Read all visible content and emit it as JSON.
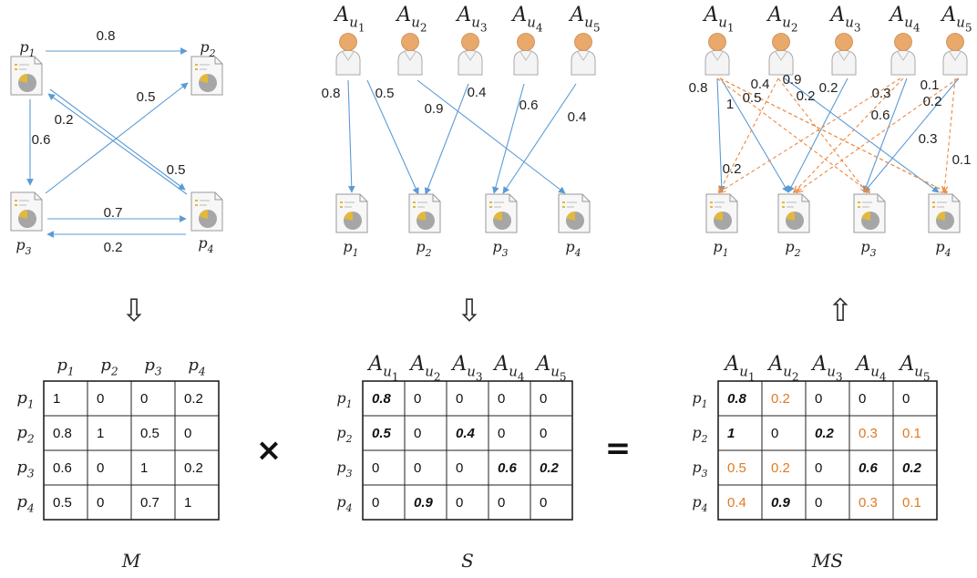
{
  "colors": {
    "blue_arrow": "#5b9bd5",
    "orange_arrow": "#f0883e",
    "orange_value": "#e07b22",
    "doc_pie": "#a6a6a6",
    "doc_slice": "#e2b93b",
    "person_head": "#e8a96b"
  },
  "graph_m": {
    "nodes": [
      {
        "id": "p1",
        "label": "p",
        "sub": "1"
      },
      {
        "id": "p2",
        "label": "p",
        "sub": "2"
      },
      {
        "id": "p3",
        "label": "p",
        "sub": "3"
      },
      {
        "id": "p4",
        "label": "p",
        "sub": "4"
      }
    ],
    "edges": [
      {
        "from": "p1",
        "to": "p2",
        "weight": "0.8"
      },
      {
        "from": "p3",
        "to": "p2",
        "weight": "0.5"
      },
      {
        "from": "p4",
        "to": "p1",
        "weight": "0.2"
      },
      {
        "from": "p1",
        "to": "p3",
        "weight": "0.6"
      },
      {
        "from": "p1",
        "to": "p4",
        "weight": "0.5"
      },
      {
        "from": "p3",
        "to": "p4",
        "weight": "0.7"
      },
      {
        "from": "p4",
        "to": "p3",
        "weight": "0.2"
      }
    ]
  },
  "graph_s": {
    "users": [
      {
        "label": "A",
        "sub": "u",
        "subsub": "1"
      },
      {
        "label": "A",
        "sub": "u",
        "subsub": "2"
      },
      {
        "label": "A",
        "sub": "u",
        "subsub": "3"
      },
      {
        "label": "A",
        "sub": "u",
        "subsub": "4"
      },
      {
        "label": "A",
        "sub": "u",
        "subsub": "5"
      }
    ],
    "papers": [
      {
        "label": "p",
        "sub": "1"
      },
      {
        "label": "p",
        "sub": "2"
      },
      {
        "label": "p",
        "sub": "3"
      },
      {
        "label": "p",
        "sub": "4"
      }
    ],
    "edges": [
      {
        "user": 0,
        "paper": 0,
        "weight": "0.8"
      },
      {
        "user": 0,
        "paper": 1,
        "weight": "0.5"
      },
      {
        "user": 2,
        "paper": 1,
        "weight": "0.4"
      },
      {
        "user": 1,
        "paper": 3,
        "weight": "0.9"
      },
      {
        "user": 3,
        "paper": 2,
        "weight": "0.6"
      },
      {
        "user": 4,
        "paper": 2,
        "weight": "0.4"
      }
    ]
  },
  "graph_ms": {
    "edge_labels": [
      "0.8",
      "0.4",
      "0.5",
      "1",
      "0.9",
      "0.2",
      "0.2",
      "0.3",
      "0.6",
      "0.1",
      "0.2",
      "0.3",
      "0.1",
      "0.2"
    ]
  },
  "arrows": {
    "down": "⇩",
    "up": "⇧"
  },
  "matrix_m": {
    "name": "M",
    "col_headers": [
      [
        "p",
        "1"
      ],
      [
        "p",
        "2"
      ],
      [
        "p",
        "3"
      ],
      [
        "p",
        "4"
      ]
    ],
    "row_headers": [
      [
        "p",
        "1"
      ],
      [
        "p",
        "2"
      ],
      [
        "p",
        "3"
      ],
      [
        "p",
        "4"
      ]
    ],
    "rows": [
      [
        {
          "v": "1",
          "s": "n"
        },
        {
          "v": "0",
          "s": "n"
        },
        {
          "v": "0",
          "s": "n"
        },
        {
          "v": "0.2",
          "s": "n"
        }
      ],
      [
        {
          "v": "0.8",
          "s": "n"
        },
        {
          "v": "1",
          "s": "n"
        },
        {
          "v": "0.5",
          "s": "n"
        },
        {
          "v": "0",
          "s": "n"
        }
      ],
      [
        {
          "v": "0.6",
          "s": "n"
        },
        {
          "v": "0",
          "s": "n"
        },
        {
          "v": "1",
          "s": "n"
        },
        {
          "v": "0.2",
          "s": "n"
        }
      ],
      [
        {
          "v": "0.5",
          "s": "n"
        },
        {
          "v": "0",
          "s": "n"
        },
        {
          "v": "0.7",
          "s": "n"
        },
        {
          "v": "1",
          "s": "n"
        }
      ]
    ]
  },
  "operator_times": "×",
  "matrix_s": {
    "name": "S",
    "col_headers": [
      [
        "A",
        "u1"
      ],
      [
        "A",
        "u2"
      ],
      [
        "A",
        "u3"
      ],
      [
        "A",
        "u4"
      ],
      [
        "A",
        "u5"
      ]
    ],
    "row_headers": [
      [
        "p",
        "1"
      ],
      [
        "p",
        "2"
      ],
      [
        "p",
        "3"
      ],
      [
        "p",
        "4"
      ]
    ],
    "rows": [
      [
        {
          "v": "0.8",
          "s": "b"
        },
        {
          "v": "0",
          "s": "n"
        },
        {
          "v": "0",
          "s": "n"
        },
        {
          "v": "0",
          "s": "n"
        },
        {
          "v": "0",
          "s": "n"
        }
      ],
      [
        {
          "v": "0.5",
          "s": "b"
        },
        {
          "v": "0",
          "s": "n"
        },
        {
          "v": "0.4",
          "s": "b"
        },
        {
          "v": "0",
          "s": "n"
        },
        {
          "v": "0",
          "s": "n"
        }
      ],
      [
        {
          "v": "0",
          "s": "n"
        },
        {
          "v": "0",
          "s": "n"
        },
        {
          "v": "0",
          "s": "n"
        },
        {
          "v": "0.6",
          "s": "b"
        },
        {
          "v": "0.2",
          "s": "b"
        }
      ],
      [
        {
          "v": "0",
          "s": "n"
        },
        {
          "v": "0.9",
          "s": "b"
        },
        {
          "v": "0",
          "s": "n"
        },
        {
          "v": "0",
          "s": "n"
        },
        {
          "v": "0",
          "s": "n"
        }
      ]
    ]
  },
  "operator_equals": "=",
  "matrix_ms": {
    "name": "MS",
    "col_headers": [
      [
        "A",
        "u1"
      ],
      [
        "A",
        "u2"
      ],
      [
        "A",
        "u3"
      ],
      [
        "A",
        "u4"
      ],
      [
        "A",
        "u5"
      ]
    ],
    "row_headers": [
      [
        "p",
        "1"
      ],
      [
        "p",
        "2"
      ],
      [
        "p",
        "3"
      ],
      [
        "p",
        "4"
      ]
    ],
    "rows": [
      [
        {
          "v": "0.8",
          "s": "b"
        },
        {
          "v": "0.2",
          "s": "o"
        },
        {
          "v": "0",
          "s": "n"
        },
        {
          "v": "0",
          "s": "n"
        },
        {
          "v": "0",
          "s": "n"
        }
      ],
      [
        {
          "v": "1",
          "s": "b"
        },
        {
          "v": "0",
          "s": "n"
        },
        {
          "v": "0.2",
          "s": "b"
        },
        {
          "v": "0.3",
          "s": "o"
        },
        {
          "v": "0.1",
          "s": "o"
        }
      ],
      [
        {
          "v": "0.5",
          "s": "o"
        },
        {
          "v": "0.2",
          "s": "o"
        },
        {
          "v": "0",
          "s": "n"
        },
        {
          "v": "0.6",
          "s": "b"
        },
        {
          "v": "0.2",
          "s": "b"
        }
      ],
      [
        {
          "v": "0.4",
          "s": "o"
        },
        {
          "v": "0.9",
          "s": "b"
        },
        {
          "v": "0",
          "s": "n"
        },
        {
          "v": "0.3",
          "s": "o"
        },
        {
          "v": "0.1",
          "s": "o"
        }
      ]
    ]
  }
}
